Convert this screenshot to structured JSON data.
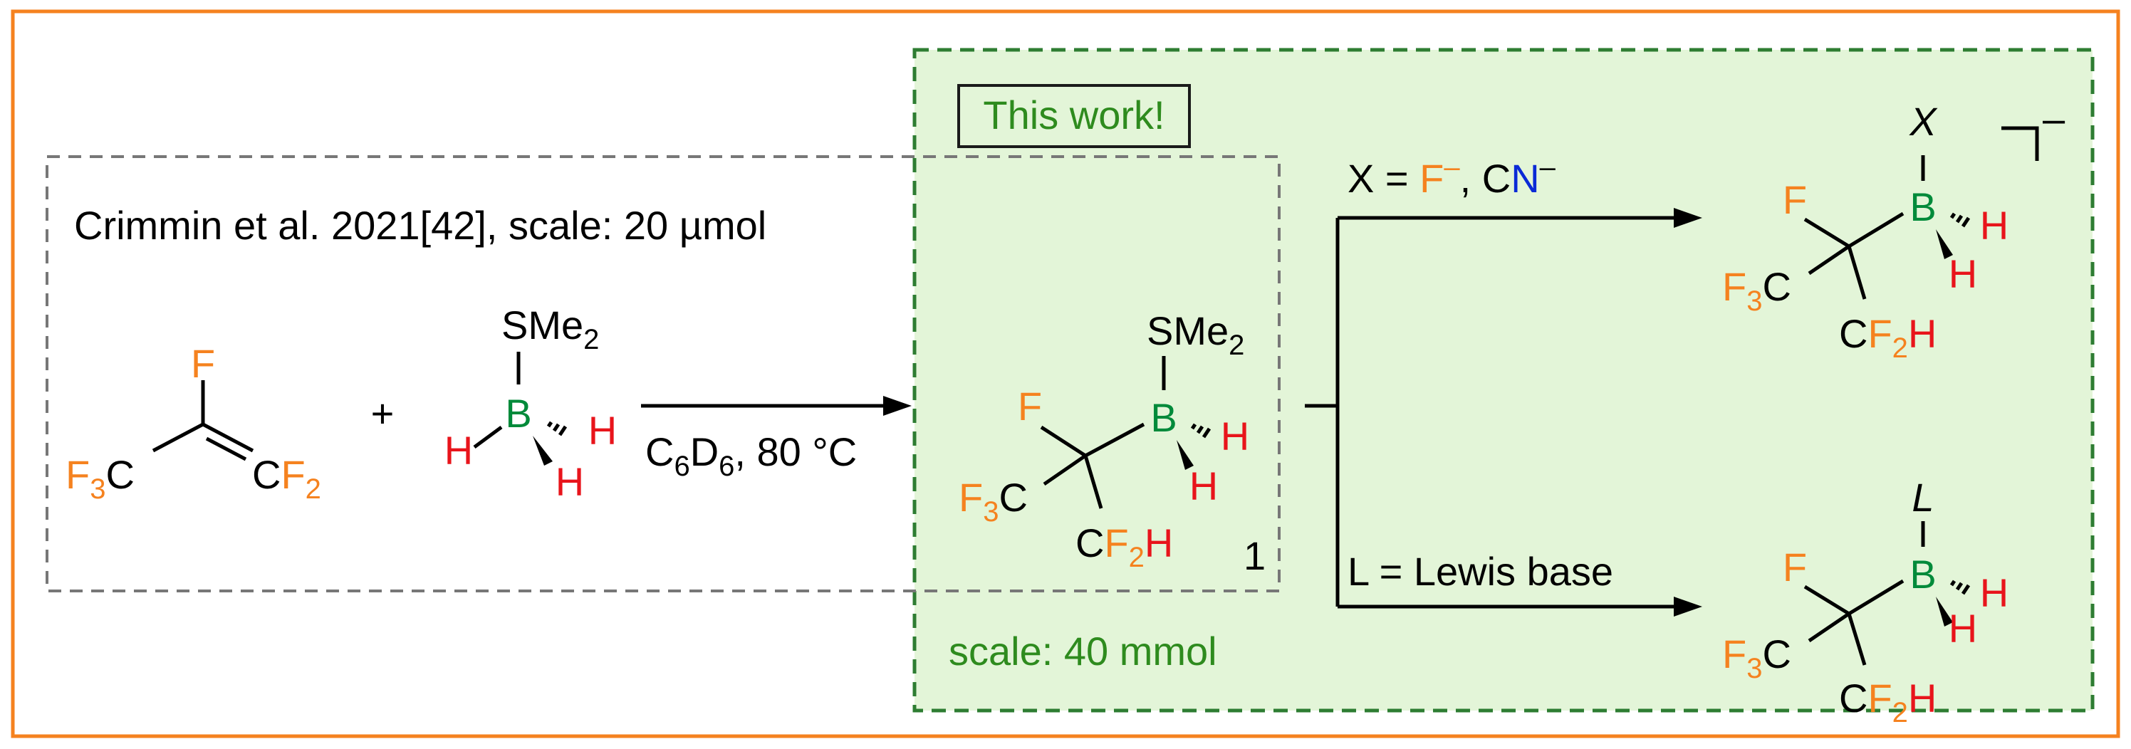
{
  "citation": "Crimmin et al. 2021[42], scale: 20 µmol",
  "banner": "This work!",
  "scale_label": "scale: 40 mmol",
  "plus": "+",
  "conditions": {
    "solvent": "C",
    "solvent_sub1": "6",
    "solvent_d": "D",
    "solvent_sub2": "6",
    "temp": ", 80 °C"
  },
  "compound_number": "1",
  "branch_top": {
    "prefix": "X = ",
    "f": "F",
    "sep": ", C",
    "n": "N",
    "charge": "–",
    "charge2": "–"
  },
  "branch_bottom": "L = Lewis base",
  "product_charge": "–",
  "atoms": {
    "F": "F",
    "B": "B",
    "H": "H",
    "C": "C",
    "S": "S",
    "Me": "Me",
    "sub2": "2",
    "sub3": "3",
    "X": "X",
    "L": "L"
  },
  "colors": {
    "fluorine": "#f5821f",
    "boron": "#008a3a",
    "hydrogen": "#e8141b",
    "nitrogen": "#0a2ad6",
    "green_box": "#e3f5d8",
    "outer_border": "#f5821f"
  }
}
